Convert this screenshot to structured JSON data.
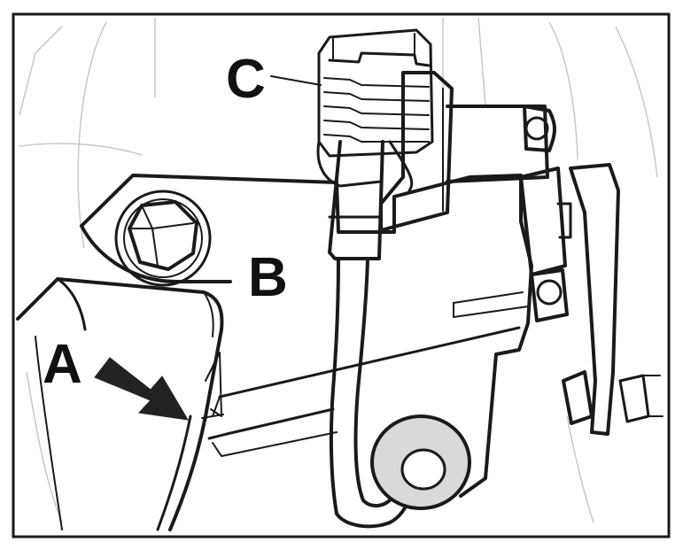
{
  "labels": {
    "a": "A",
    "b": "B",
    "c": "C"
  },
  "colors": {
    "line": "#1a1a1a",
    "arrow": "#222222",
    "background": "#ffffff",
    "frame": "#1a1a1a"
  }
}
